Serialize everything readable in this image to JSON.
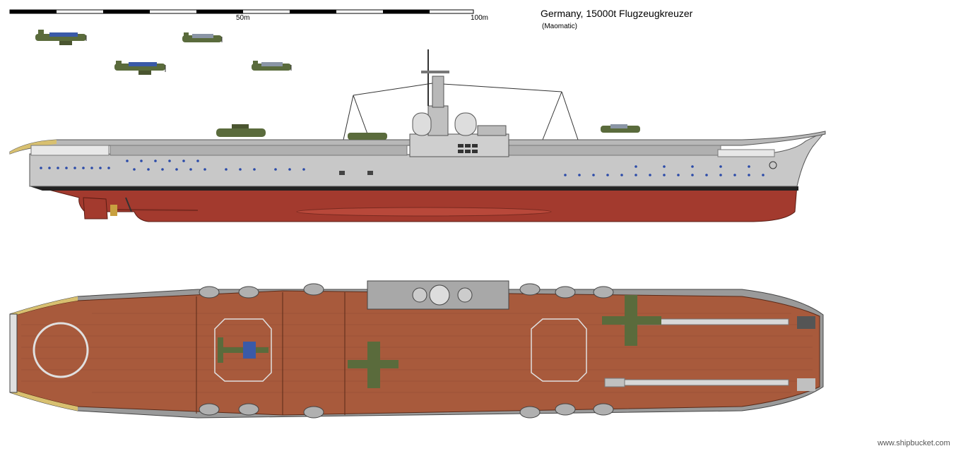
{
  "title": "Germany, 15000t  Flugzeugkreuzer",
  "author": "(Maomatic)",
  "watermark": "www.shipbucket.com",
  "scale_bar": {
    "mid_label": "50m",
    "end_label": "100m"
  },
  "colors": {
    "hull_red": "#a33a2e",
    "hull_grey": "#c8c8c8",
    "deck_brown": "#a85a3c",
    "boot_top": "#222222",
    "window_blue": "#2a4aa8",
    "plane_green": "#5a6b3c"
  }
}
